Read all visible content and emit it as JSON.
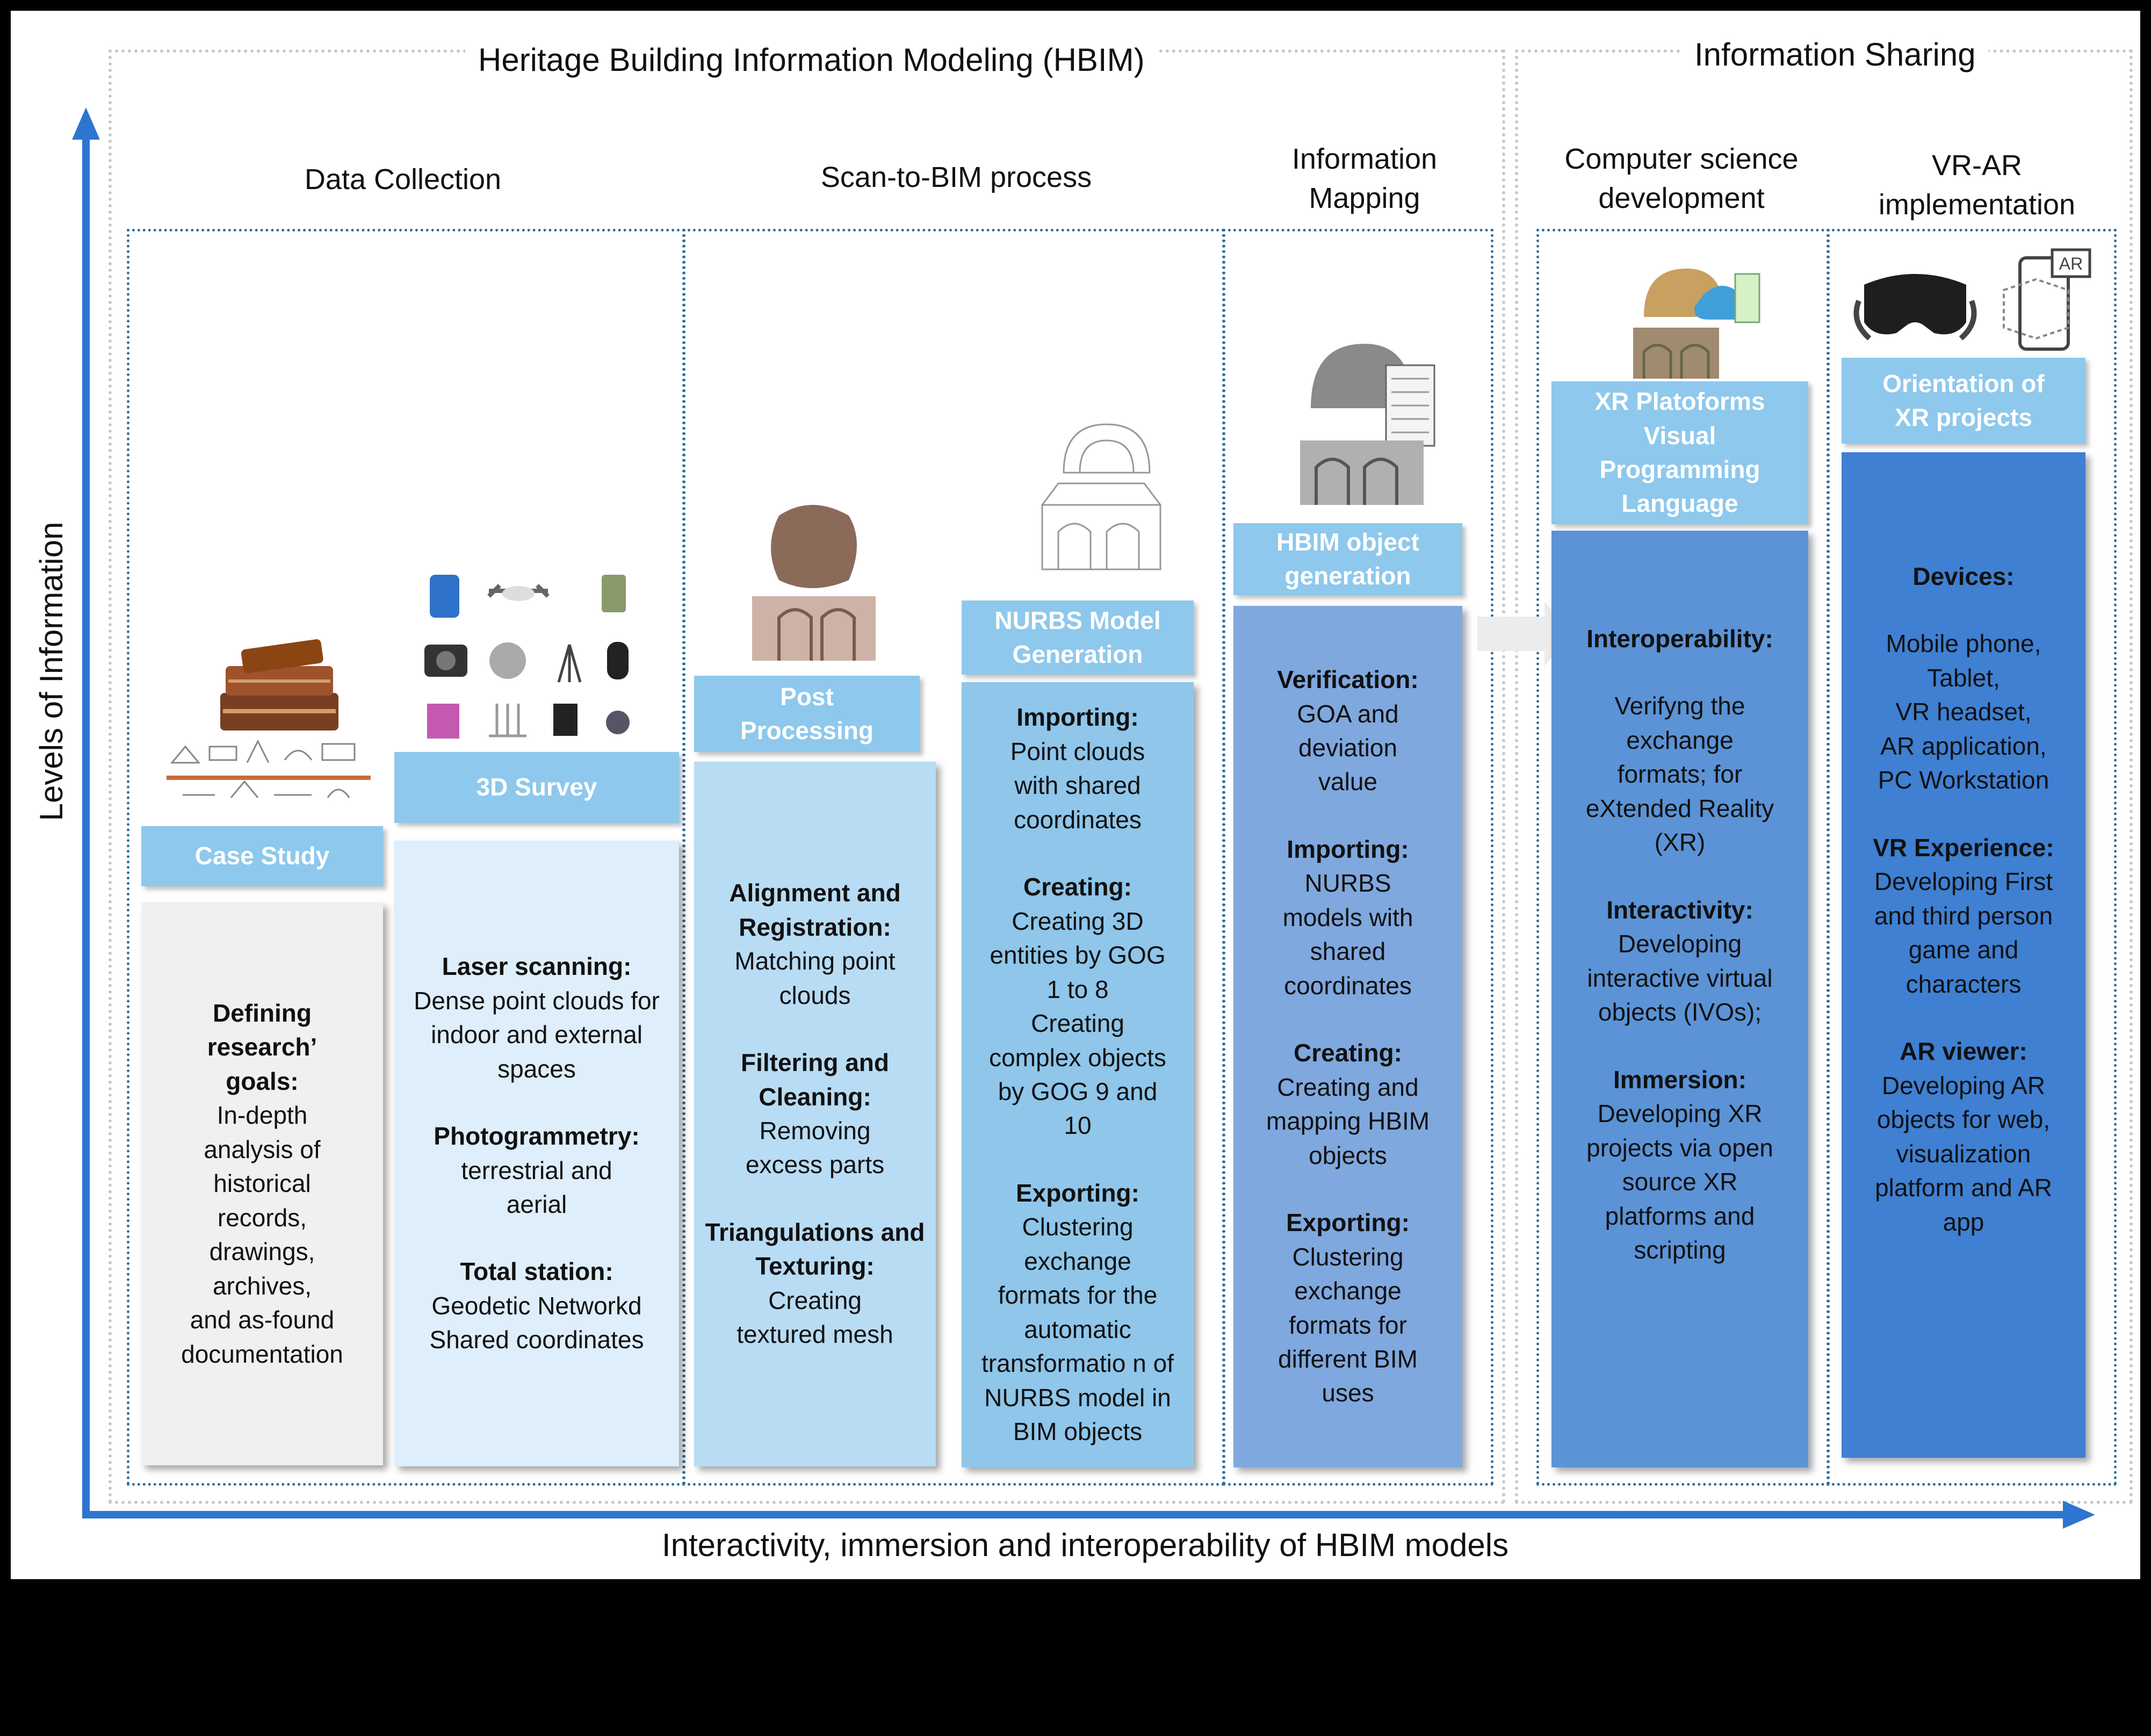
{
  "sections": {
    "hbim": "Heritage Building Information Modeling  (HBIM)",
    "sharing": "Information Sharing"
  },
  "axes": {
    "y_label": "Levels of Information",
    "x_label": "Interactivity, immersion and interoperability of HBIM models"
  },
  "columns": {
    "data_collection": "Data Collection",
    "scan_to_bim": "Scan-to-BIM process",
    "info_mapping": "Information\nMapping",
    "cs_dev": "Computer science\ndevelopment",
    "vr_ar": "VR-AR\nimplementation"
  },
  "stages": {
    "case_study": {
      "label": "Case Study",
      "items": [
        {
          "heading": "Defining research’ goals:",
          "text": "In-depth analysis of historical records, drawings, archives,\nand as-found documentation"
        }
      ]
    },
    "survey": {
      "label": "3D Survey",
      "items": [
        {
          "heading": "Laser scanning:",
          "text": "Dense point clouds for indoor and external spaces"
        },
        {
          "heading": "Photogrammetry:",
          "text": "terrestrial and aerial"
        },
        {
          "heading": "Total station:",
          "text": "Geodetic Networkd\nShared coordinates"
        }
      ]
    },
    "post": {
      "label": "Post Processing",
      "items": [
        {
          "heading": "Alignment and Registration:",
          "text": "Matching point clouds"
        },
        {
          "heading": "Filtering and Cleaning:",
          "text": "Removing excess parts"
        },
        {
          "heading": "Triangulations and Texturing:",
          "text": "Creating textured mesh"
        }
      ]
    },
    "nurbs": {
      "label": "NURBS Model Generation",
      "items": [
        {
          "heading": "Importing:",
          "text": "Point clouds with shared coordinates"
        },
        {
          "heading": "Creating:",
          "text": "Creating 3D entities by GOG 1 to 8\nCreating complex objects by GOG 9 and 10"
        },
        {
          "heading": "Exporting:",
          "text": "Clustering exchange formats for the automatic transformatio n of NURBS model in BIM objects"
        }
      ]
    },
    "hbim_obj": {
      "label": "HBIM object generation",
      "items": [
        {
          "heading": "Verification:",
          "text": "GOA and deviation value"
        },
        {
          "heading": "Importing:",
          "text": "NURBS models with shared coordinates"
        },
        {
          "heading": "Creating:",
          "text": "Creating and mapping HBIM objects"
        },
        {
          "heading": "Exporting:",
          "text": "Clustering exchange formats for different BIM uses"
        }
      ]
    },
    "xr_platforms": {
      "label": "XR Platoforms Visual Programming Language",
      "items": [
        {
          "heading": "Interoperability:",
          "text": ""
        },
        {
          "heading": "",
          "text": "Verifyng the exchange formats; for eXtended Reality (XR)"
        },
        {
          "heading": "Interactivity:",
          "text": "Developing interactive virtual objects (IVOs);"
        },
        {
          "heading": "Immersion:",
          "text": "Developing XR projects via open source XR platforms and scripting"
        }
      ]
    },
    "orientation": {
      "label": "Orientation of XR projects",
      "ar_badge": "AR",
      "items": [
        {
          "heading": "Devices:",
          "text": ""
        },
        {
          "heading": "",
          "text": "Mobile phone,\nTablet,\nVR headset,\nAR application,\nPC Workstation"
        },
        {
          "heading": "VR Experience:",
          "text": "Developing First and third person game and characters"
        },
        {
          "heading": "AR viewer:",
          "text": "Developing AR objects for web, visualization platform and AR app"
        }
      ]
    }
  },
  "colors": {
    "axis": "#2e75d0",
    "label_bg": "#8ec8ec",
    "case_body": "#f0f0f0",
    "survey_body": "#deeefa",
    "post_body": "#b8dcf4",
    "nurbs_body": "#8fc6ea",
    "hbim_body": "#7fa8de",
    "xr_body": "#5b93d6",
    "orient_body": "#3f80d2"
  }
}
